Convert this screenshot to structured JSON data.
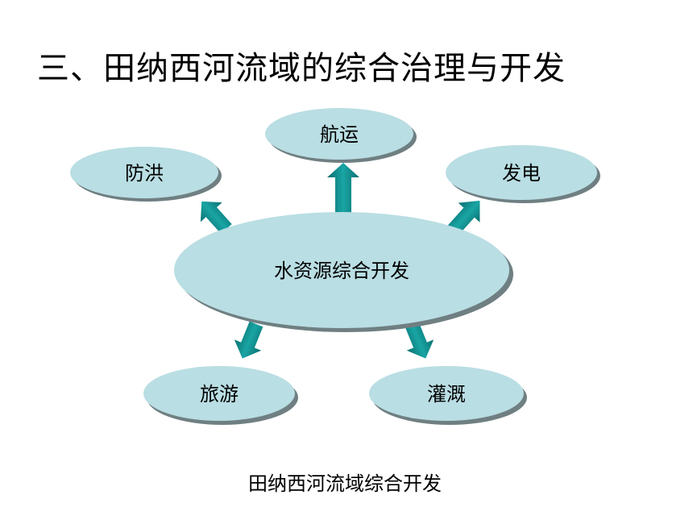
{
  "title": "三、田纳西河流域的综合治理与开发",
  "diagram": {
    "center": "水资源综合开发",
    "nodes": {
      "flood_control": "防洪",
      "navigation": "航运",
      "power_generation": "发电",
      "tourism": "旅游",
      "irrigation": "灌溉"
    }
  },
  "caption": "田纳西河流域综合开发",
  "colors": {
    "ellipse_fill": "#b9dee3",
    "ellipse_shadow": "#6f7f82",
    "arrow": "#0e8c8c"
  }
}
